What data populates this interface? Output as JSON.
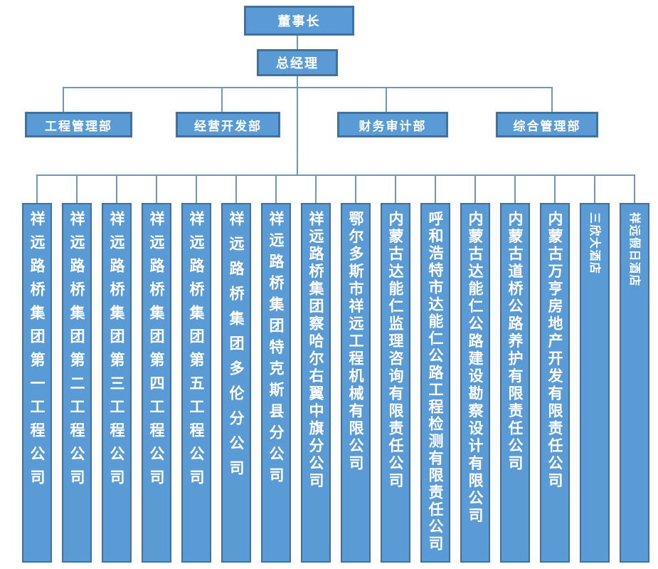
{
  "org": {
    "chairman": "董事长",
    "general_manager": "总经理",
    "departments": [
      "工程管理部",
      "经营开发部",
      "财务审计部",
      "综合管理部"
    ],
    "subsidiaries": [
      "祥远路桥集团第一工程公司",
      "祥远路桥集团第二工程公司",
      "祥远路桥集团第三工程公司",
      "祥远路桥集团第四工程公司",
      "祥远路桥集团第五工程公司",
      "祥远路桥集团多伦分公司",
      "祥远路桥集团特克斯县分公司",
      "祥远路桥集团察哈尔右翼中旗分公司",
      "鄂尔多斯市祥远工程机械有限公司",
      "内蒙古达能仁监理咨询有限责任公司",
      "呼和浩特市达能仁公路工程检测有限责任公司",
      "内蒙古达能仁公路建设勘察设计有限公司",
      "内蒙古道桥公路养护有限责任公司",
      "内蒙古万亨房地产开发有限责任公司",
      "三欣大酒店",
      "祥远假日酒店"
    ]
  },
  "colors": {
    "box_fill": "#5b9bd5",
    "box_border": "#41719c",
    "connector": "#6e96c3",
    "text_color": "#ffffff",
    "background": "#ffffff"
  }
}
